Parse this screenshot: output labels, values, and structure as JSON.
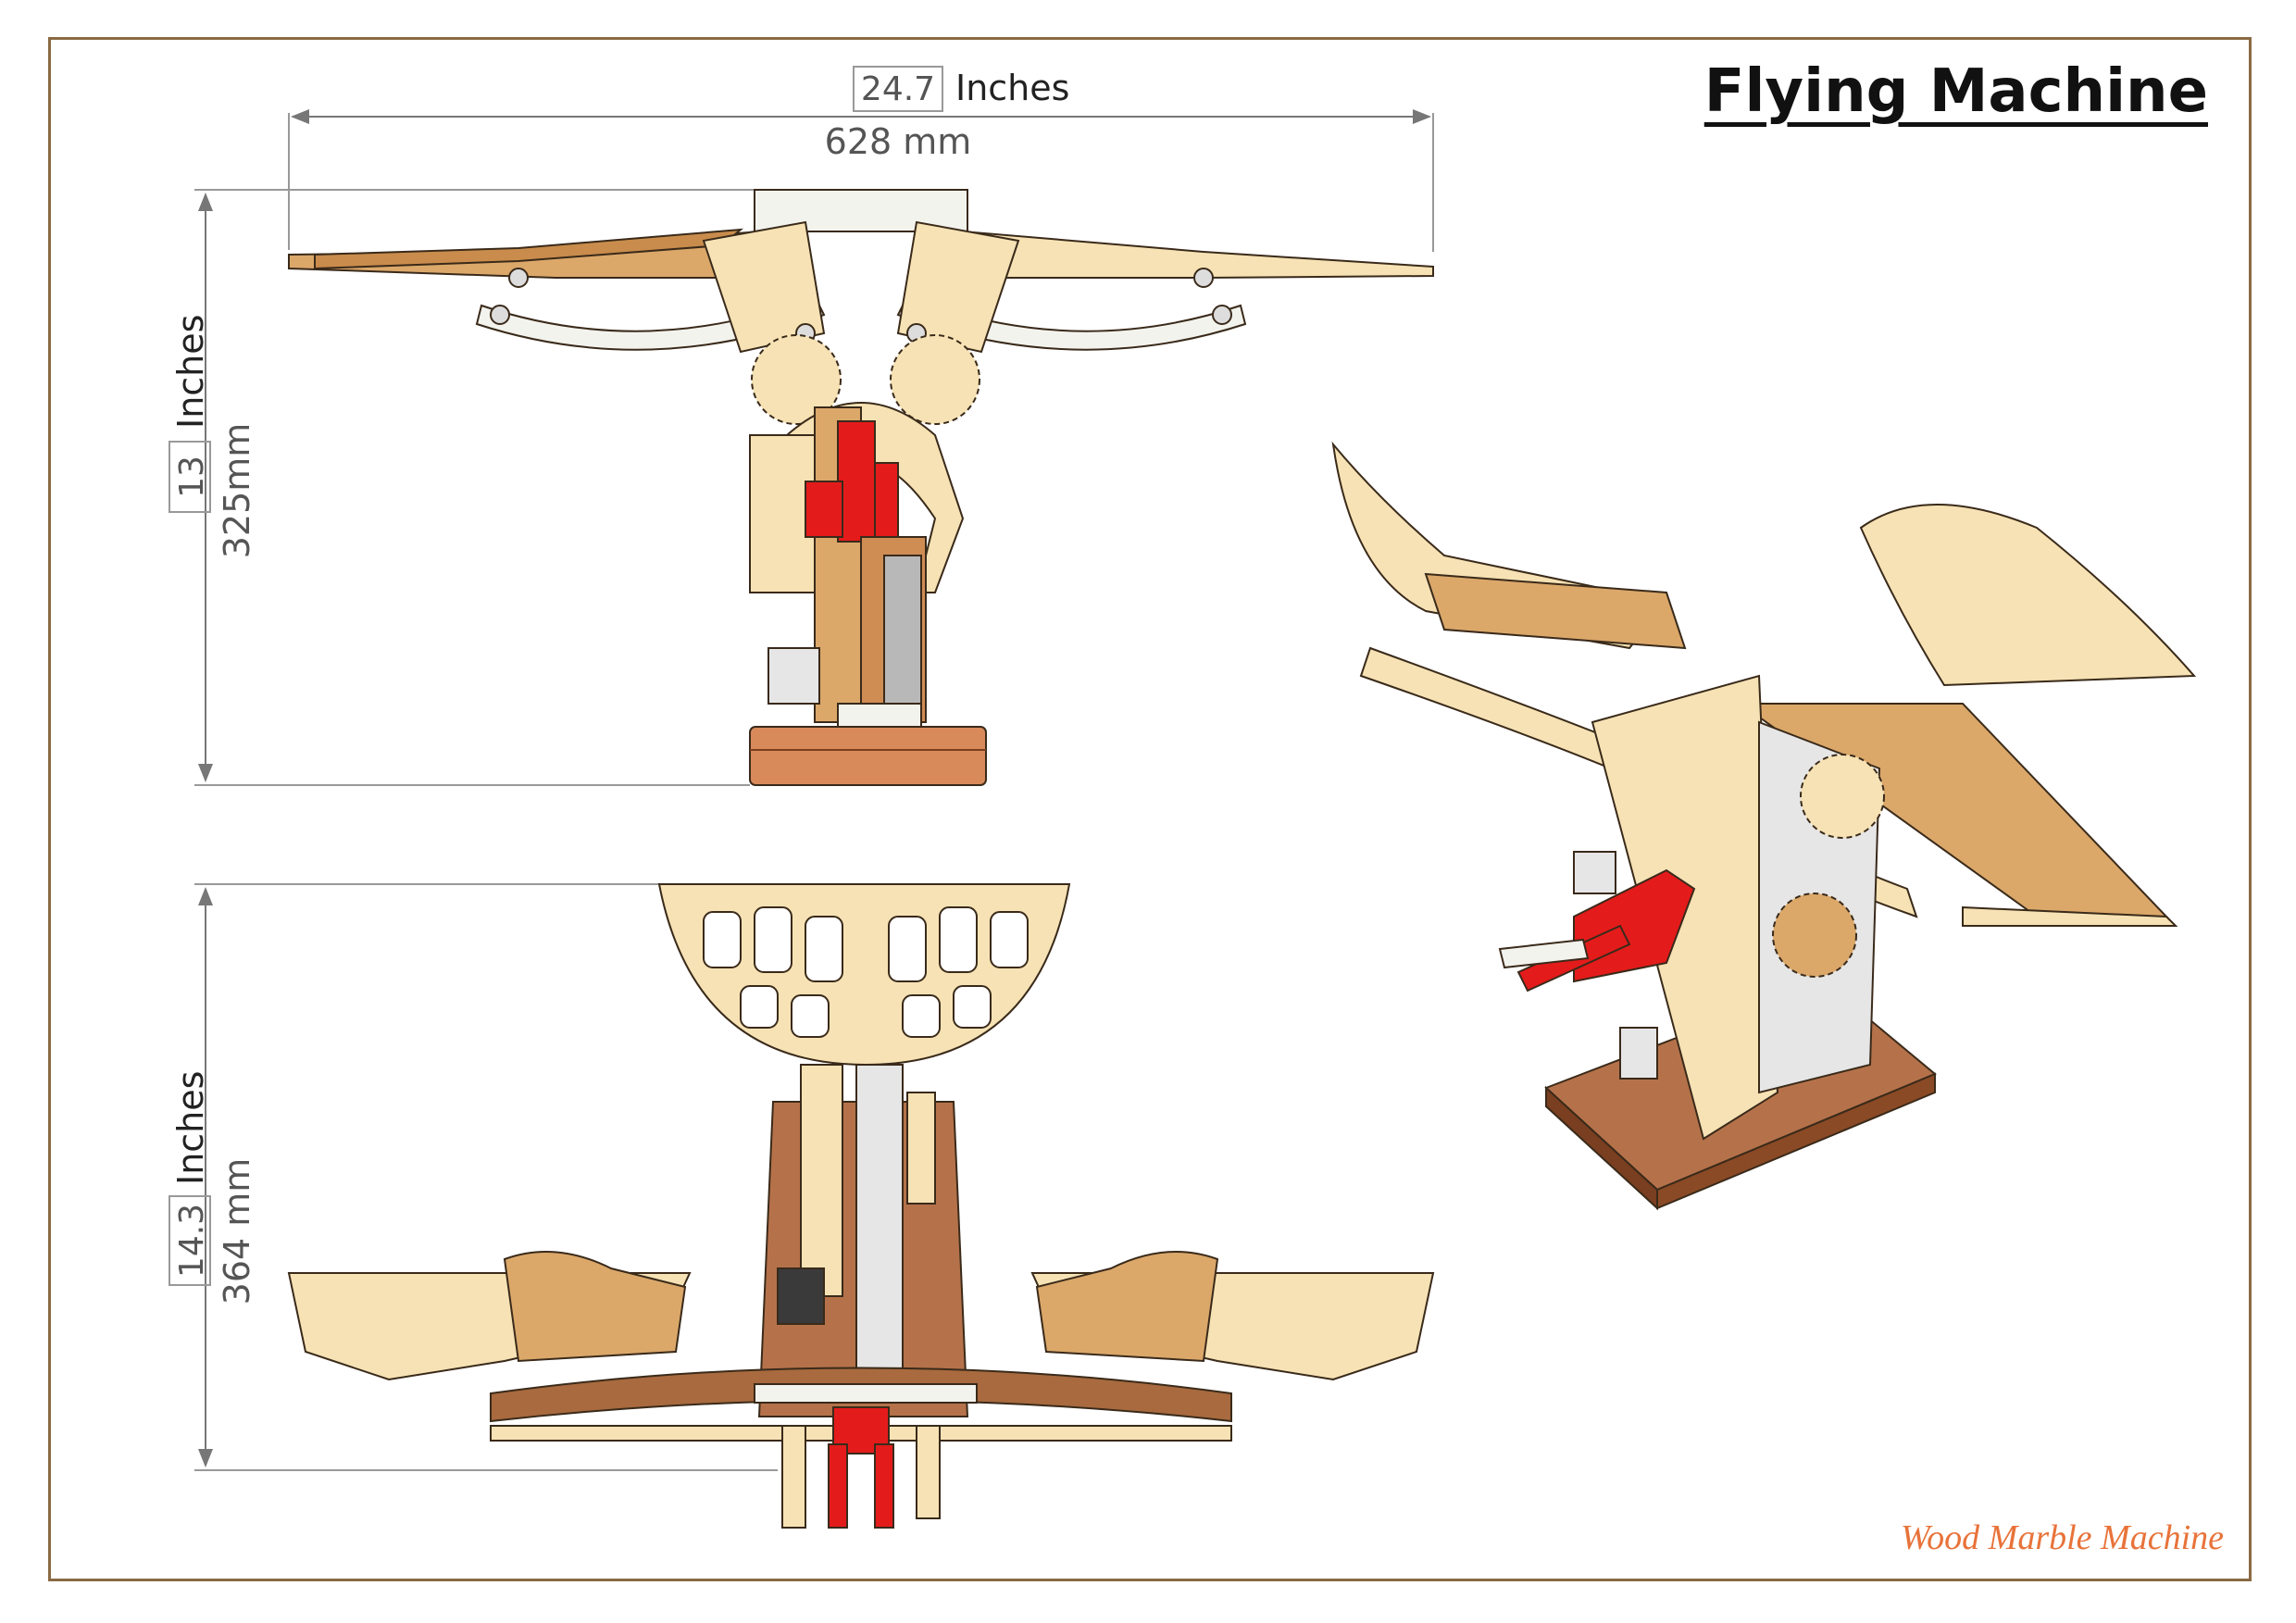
{
  "title": "Flying Machine",
  "credit": "Wood Marble Machine",
  "dimensions": {
    "width": {
      "inches": "24.7",
      "inch_unit": "Inches",
      "mm": "628 mm"
    },
    "front_height": {
      "inches": "13",
      "inch_unit": "Inches",
      "mm": "325mm"
    },
    "top_height": {
      "inches": "14.3",
      "inch_unit": "Inches",
      "mm": "364 mm"
    }
  },
  "colors": {
    "border": "#8a6a44",
    "title": "#111111",
    "credit": "#e8733a",
    "light_wood": "#f6e2b4",
    "mid_wood": "#dba86a",
    "dark_wood": "#a0522d",
    "mechanism_red": "#e41b1b",
    "metal": "#cfcfcf"
  },
  "views": [
    "front-view",
    "top-view",
    "isometric-view"
  ]
}
